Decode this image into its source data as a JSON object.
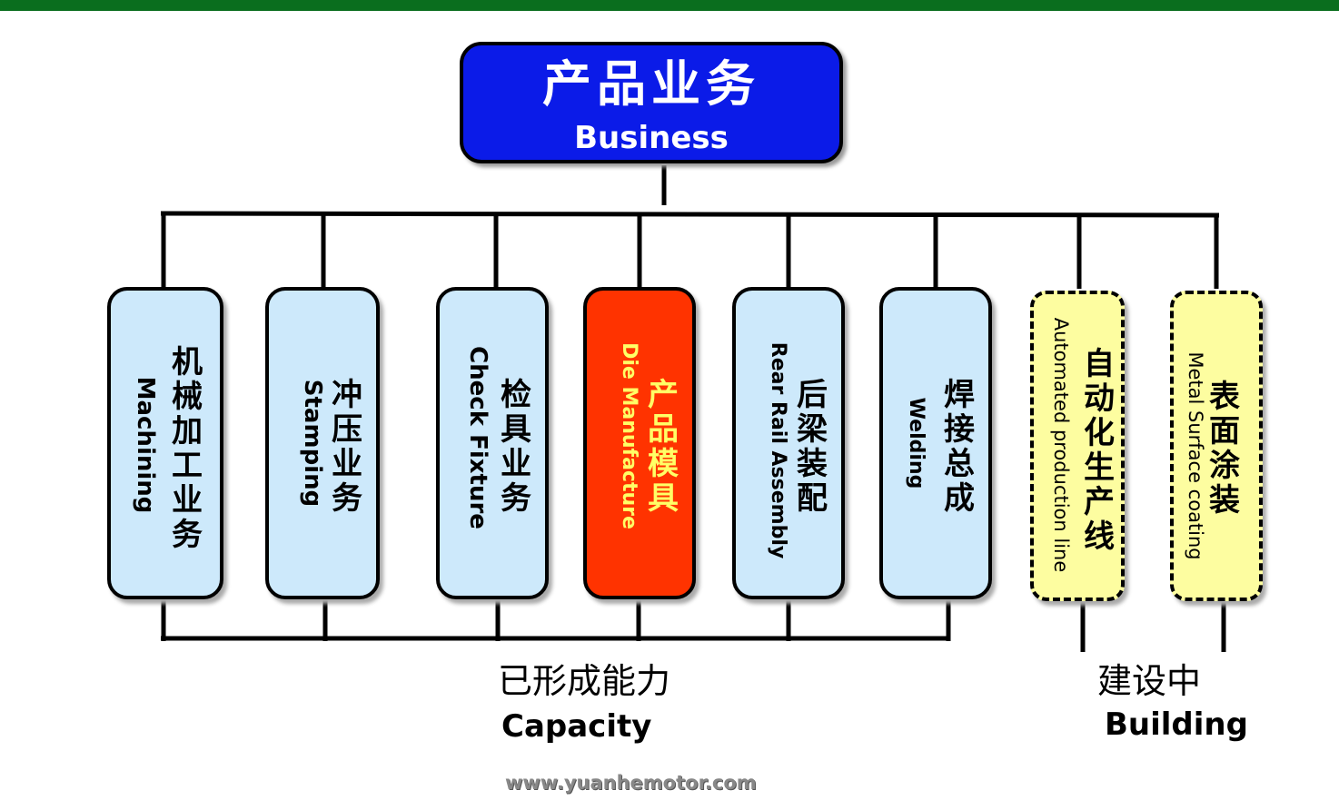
{
  "colors": {
    "top_bar": "#0a6e1e",
    "root_fill": "#0b1be8",
    "established_fill": "#cde9fb",
    "highlight_fill": "#ff3300",
    "highlight_text": "#ffff66",
    "building_fill": "#fdfda0"
  },
  "root": {
    "zh": "产品业务",
    "en": "Business"
  },
  "units": [
    {
      "zh": "机械加工业务",
      "en": "Machining"
    },
    {
      "zh": "冲压业务",
      "en": "Stamping"
    },
    {
      "zh": "检具业务",
      "en": "Check Fixture"
    },
    {
      "zh": "产品模具",
      "en": "Die Manufacture"
    },
    {
      "zh": "后梁装配",
      "en": "Rear Rail Assembly"
    },
    {
      "zh": "焊接总成",
      "en": "Welding"
    },
    {
      "zh": "自动化生产线",
      "en": "Automated production line"
    },
    {
      "zh": "表面涂装",
      "en": "Metal Surface coating"
    }
  ],
  "captions": {
    "capacity_zh": "已形成能力",
    "capacity_en": "Capacity",
    "building_zh": "建设中",
    "building_en": "Building"
  },
  "footer": "www.yuanhemotor.com"
}
